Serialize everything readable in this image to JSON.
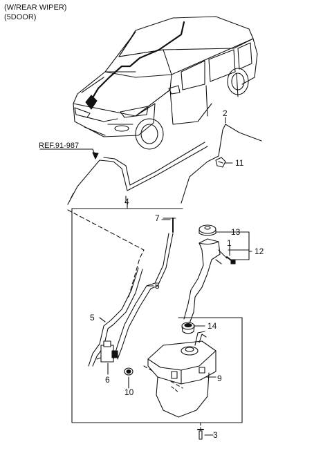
{
  "header": {
    "line1": "(W/REAR WIPER)",
    "line2": "(5DOOR)"
  },
  "ref_label": "REF.91-987",
  "callouts": {
    "c1": "1",
    "c2": "2",
    "c3": "3",
    "c4": "4",
    "c5a": "5",
    "c5b": "5",
    "c6": "6",
    "c7": "7",
    "c9": "9",
    "c10": "10",
    "c11": "11",
    "c12": "12",
    "c13": "13",
    "c14": "14"
  }
}
